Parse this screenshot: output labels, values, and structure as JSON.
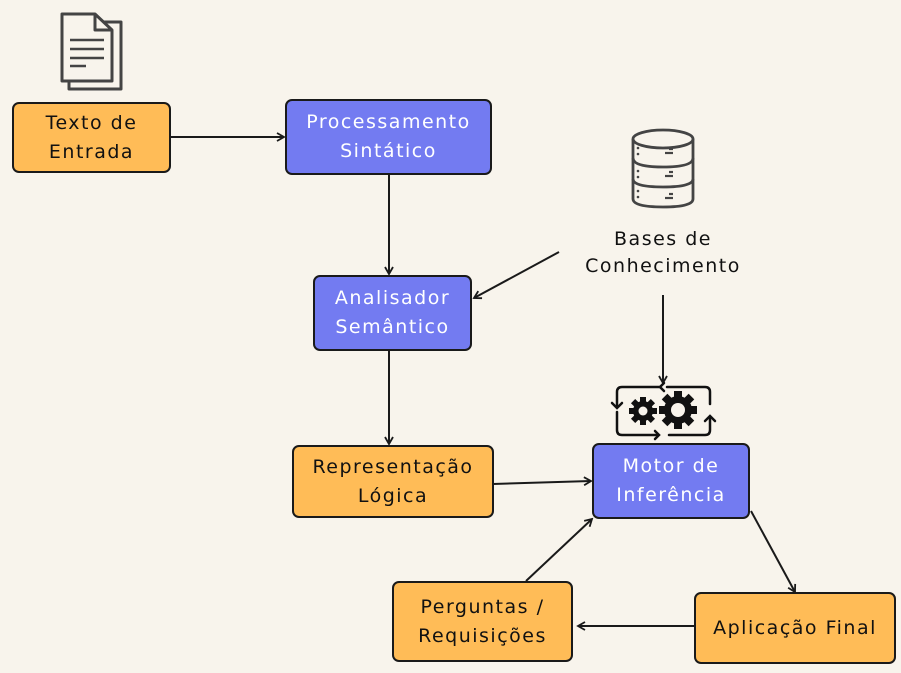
{
  "colors": {
    "background": "#f8f4ec",
    "process_blue": "#737bf1",
    "data_orange": "#ffbc57",
    "stroke": "#1a1a1a"
  },
  "nodes": {
    "texto_entrada": "Texto de\nEntrada",
    "processamento": "Processamento\nSintático",
    "analisador": "Analisador\nSemântico",
    "representacao": "Representação\nLógica",
    "motor": "Motor de\nInferência",
    "aplicacao": "Aplicação Final",
    "perguntas": "Perguntas /\nRequisições"
  },
  "labels": {
    "bases": "Bases de\nConhecimento"
  },
  "icons": {
    "document": "document-icon",
    "database": "database-icon",
    "gears": "gears-cycle-icon"
  },
  "edges": [
    {
      "from": "texto_entrada",
      "to": "processamento"
    },
    {
      "from": "processamento",
      "to": "analisador"
    },
    {
      "from": "bases",
      "to": "analisador"
    },
    {
      "from": "bases",
      "to": "motor"
    },
    {
      "from": "analisador",
      "to": "representacao"
    },
    {
      "from": "representacao",
      "to": "motor"
    },
    {
      "from": "motor",
      "to": "aplicacao"
    },
    {
      "from": "aplicacao",
      "to": "perguntas"
    },
    {
      "from": "perguntas",
      "to": "motor"
    }
  ]
}
